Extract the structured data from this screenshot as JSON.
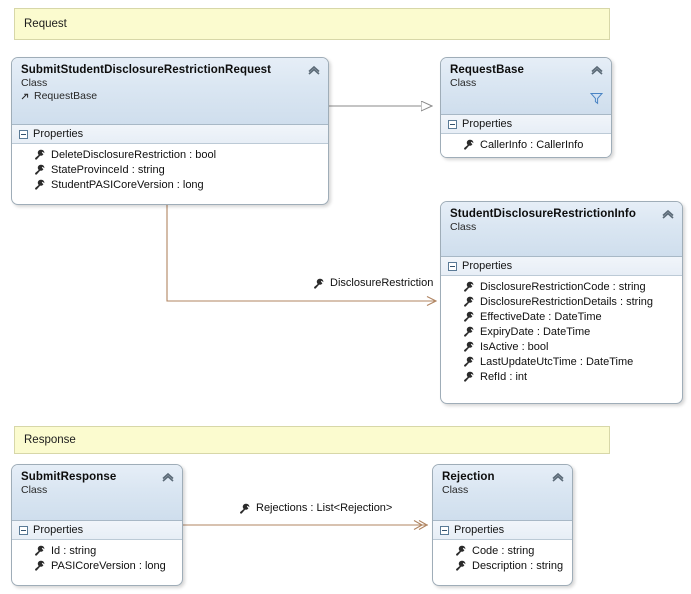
{
  "diagram": {
    "kind": "uml-class-diagram",
    "colors": {
      "comment_fill": "#fbfbcf",
      "comment_border": "#d7d7a8",
      "class_border": "#9fadb8",
      "header_gradient_top": "#e6eef7",
      "header_gradient_bottom": "#cfdeed",
      "association_line": "#b08562",
      "inheritance_line": "#808080",
      "filter_icon": "#5b8fc9"
    }
  },
  "banners": [
    {
      "id": "request-banner",
      "label": "Request"
    },
    {
      "id": "response-banner",
      "label": "Response"
    }
  ],
  "classes": [
    {
      "id": "submit-student-disclosure-restriction-request",
      "name": "SubmitStudentDisclosureRestrictionRequest",
      "stereotype": "Class",
      "base_class": "RequestBase",
      "has_filter_icon": false,
      "compartment": "Properties",
      "members": [
        "DeleteDisclosureRestriction : bool",
        "StateProvinceId : string",
        "StudentPASICoreVersion : long"
      ]
    },
    {
      "id": "request-base",
      "name": "RequestBase",
      "stereotype": "Class",
      "base_class": null,
      "has_filter_icon": true,
      "compartment": "Properties",
      "members": [
        "CallerInfo : CallerInfo"
      ]
    },
    {
      "id": "student-disclosure-restriction-info",
      "name": "StudentDisclosureRestrictionInfo",
      "stereotype": "Class",
      "base_class": null,
      "has_filter_icon": false,
      "compartment": "Properties",
      "members": [
        "DisclosureRestrictionCode : string",
        "DisclosureRestrictionDetails : string",
        "EffectiveDate : DateTime",
        "ExpiryDate : DateTime",
        "IsActive : bool",
        "LastUpdateUtcTime : DateTime",
        "RefId : int"
      ]
    },
    {
      "id": "submit-response",
      "name": "SubmitResponse",
      "stereotype": "Class",
      "base_class": null,
      "has_filter_icon": false,
      "compartment": "Properties",
      "members": [
        "Id : string",
        "PASICoreVersion : long"
      ]
    },
    {
      "id": "rejection",
      "name": "Rejection",
      "stereotype": "Class",
      "base_class": null,
      "has_filter_icon": false,
      "compartment": "Properties",
      "members": [
        "Code : string",
        "Description : string"
      ]
    }
  ],
  "connectors": [
    {
      "id": "inheritance-submit-to-requestbase",
      "type": "inheritance",
      "from": "SubmitStudentDisclosureRestrictionRequest",
      "to": "RequestBase",
      "label": null
    },
    {
      "id": "association-disclosure-restriction",
      "type": "association",
      "from": "SubmitStudentDisclosureRestrictionRequest",
      "to": "StudentDisclosureRestrictionInfo",
      "label": "DisclosureRestriction"
    },
    {
      "id": "association-rejections",
      "type": "association-collection",
      "from": "SubmitResponse",
      "to": "Rejection",
      "label": "Rejections : List<Rejection>"
    }
  ]
}
